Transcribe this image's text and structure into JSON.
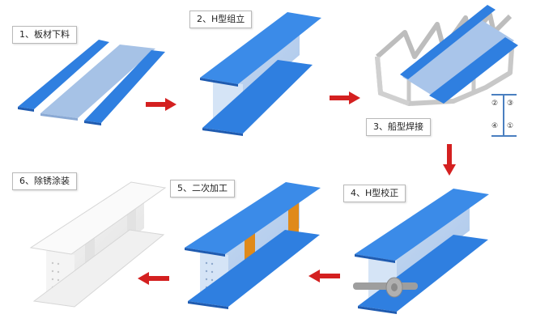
{
  "steps": [
    {
      "label": "1、板材下料"
    },
    {
      "label": "2、H型组立"
    },
    {
      "label": "3、船型焊接"
    },
    {
      "label": "4、H型校正"
    },
    {
      "label": "5、二次加工"
    },
    {
      "label": "6、除锈涂装"
    }
  ],
  "weld_sequence": [
    "②",
    "③",
    "④",
    "①"
  ],
  "colors": {
    "flange_top": "#2f7fe0",
    "flange_edge": "#1f5bb0",
    "web": "#b7d0ee",
    "web_dark": "#9dbbe0",
    "stiffener": "#e08a1a",
    "arrow": "#d42020",
    "painted": "#eeeeee",
    "fixture": "#c9c9c9"
  },
  "icons": [
    "arrow-right-icon",
    "arrow-down-icon",
    "arrow-left-icon"
  ]
}
